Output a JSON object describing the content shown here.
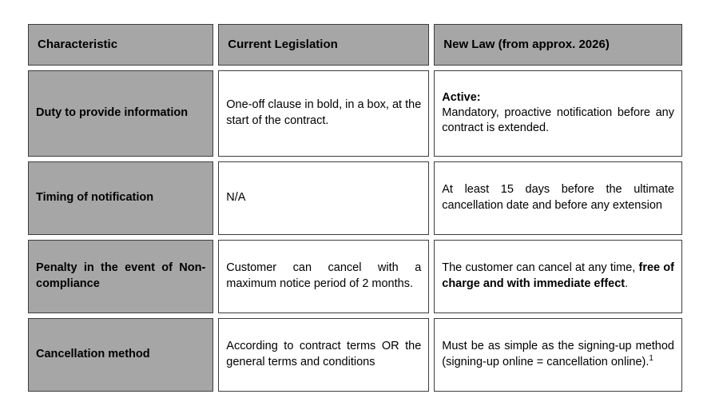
{
  "table": {
    "columns": [
      {
        "key": "characteristic",
        "label": "Characteristic"
      },
      {
        "key": "current",
        "label": "Current Legislation"
      },
      {
        "key": "newlaw",
        "label": "New Law (from approx. 2026)"
      }
    ],
    "rows": [
      {
        "characteristic": "Duty to provide information",
        "current": "One-off clause in bold, in a box, at the start of the contract.",
        "newlaw_lead": "Active:",
        "newlaw": "Mandatory, proactive notification before any contract is extended."
      },
      {
        "characteristic": "Timing of notification",
        "current": "N/A",
        "newlaw": "At least 15 days before the ultimate cancellation date and before any extension"
      },
      {
        "characteristic": "Penalty in the event of Non-compliance",
        "current": "Customer can cancel with a maximum notice period of 2 months.",
        "newlaw_pre": "The customer can cancel at any time, ",
        "newlaw_bold": "free of charge and with immediate effect",
        "newlaw_post": "."
      },
      {
        "characteristic": "Cancellation method",
        "current": "According to contract terms OR the general terms and conditions",
        "newlaw": "Must be as simple as the signing-up method (signing-up online = cancellation online).",
        "newlaw_footnote": "1"
      }
    ]
  },
  "colors": {
    "header_fill": "#a6a6a6",
    "cell_fill": "#ffffff",
    "border": "#3d3d3d",
    "text": "#000000",
    "page_background": "#ffffff"
  }
}
